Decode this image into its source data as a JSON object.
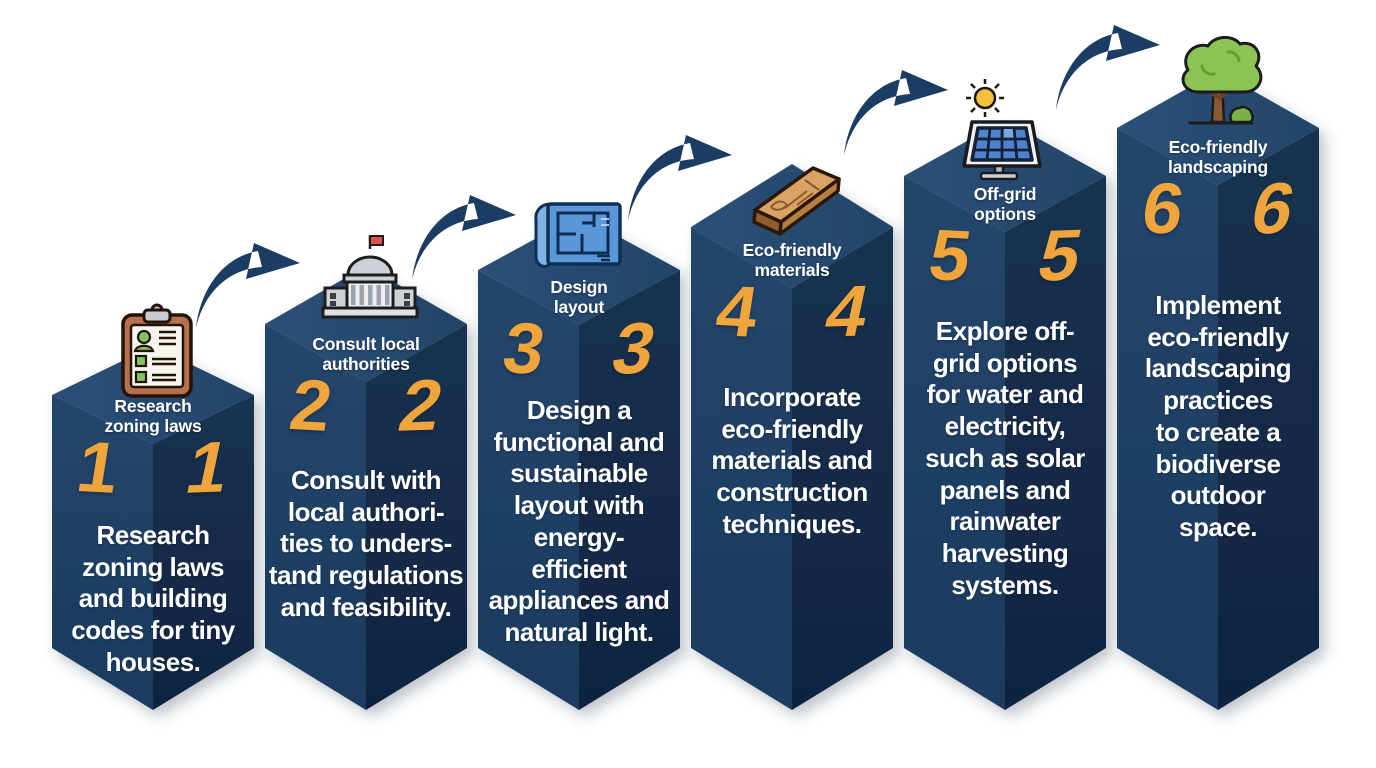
{
  "colors": {
    "background": "#FFFFFF",
    "pillar_top_face": "#26486E",
    "pillar_left_face": "#1F3F64",
    "pillar_right_face": "#142C4B",
    "arrow": "#1C3D63",
    "step_number": "#F0A53C",
    "text": "#FFFFFF"
  },
  "steps": [
    {
      "number": "1",
      "icon": "clipboard-checklist-icon",
      "label": "Research\nzoning laws",
      "description": "Research\nzoning laws\nand building\ncodes for tiny\nhouses."
    },
    {
      "number": "2",
      "icon": "government-building-icon",
      "label": "Consult local\nauthorities",
      "description": "Consult with\nlocal authori-\nties to unders-\ntand regulations\nand feasibility."
    },
    {
      "number": "3",
      "icon": "blueprint-icon",
      "label": "Design\nlayout",
      "description": "Design a\nfunctional and\nsustainable\nlayout with\nenergy-\nefficient\nappliances and\nnatural light."
    },
    {
      "number": "4",
      "icon": "wood-plank-icon",
      "label": "Eco-friendly\nmaterials",
      "description": "Incorporate\neco-friendly\nmaterials and\nconstruction\ntechniques."
    },
    {
      "number": "5",
      "icon": "solar-panel-icon",
      "label": "Off-grid\noptions",
      "description": "Explore off-\ngrid options\nfor water and\nelectricity,\nsuch as solar\npanels and\nrainwater\nharvesting\nsystems."
    },
    {
      "number": "6",
      "icon": "tree-icon",
      "label": "Eco-friendly\nlandscaping",
      "description": "Implement\neco-friendly\nlandscaping\npractices\nto create a\nbiodiverse\noutdoor\nspace."
    }
  ]
}
